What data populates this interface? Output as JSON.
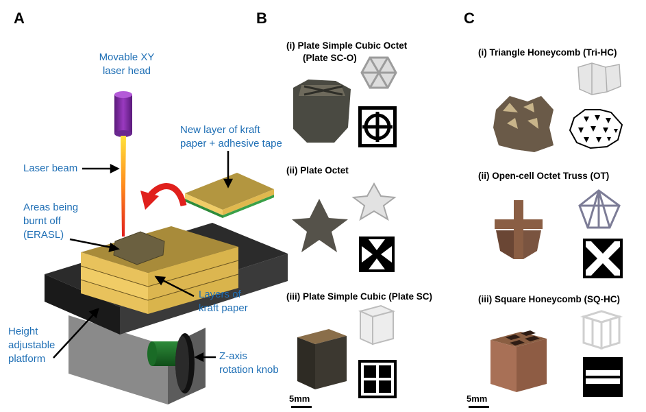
{
  "panels": {
    "a": "A",
    "b": "B",
    "c": "C"
  },
  "panel_a": {
    "movable_head_line1": "Movable XY",
    "movable_head_line2": "laser head",
    "new_layer_line1": "New layer of kraft",
    "new_layer_line2": "paper + adhesive tape",
    "laser_beam": "Laser beam",
    "areas_line1": "Areas being",
    "areas_line2": "burnt off",
    "areas_line3": "(ERASL)",
    "layers_line1": "Layers of",
    "layers_line2": "kraft paper",
    "height_line1": "Height",
    "height_line2": "adjustable",
    "height_line3": "platform",
    "zaxis_line1": "Z-axis",
    "zaxis_line2": "rotation knob"
  },
  "panel_b": {
    "i_line1": "(i)   Plate Simple Cubic Octet",
    "i_line2": "(Plate SC-O)",
    "ii": "(ii) Plate Octet",
    "iii": "(iii) Plate Simple Cubic (Plate SC)",
    "scale": "5mm"
  },
  "panel_c": {
    "i": "(i) Triangle Honeycomb (Tri-HC)",
    "ii": "(ii) Open-cell Octet Truss (OT)",
    "iii": "(iii) Square Honeycomb (SQ-HC)",
    "scale": "5mm"
  },
  "colors": {
    "label_blue": "#1f6fb5",
    "arrow_red": "#e0201c",
    "kraft": "#c8a24a",
    "laser_head": "#7a2a9a"
  }
}
